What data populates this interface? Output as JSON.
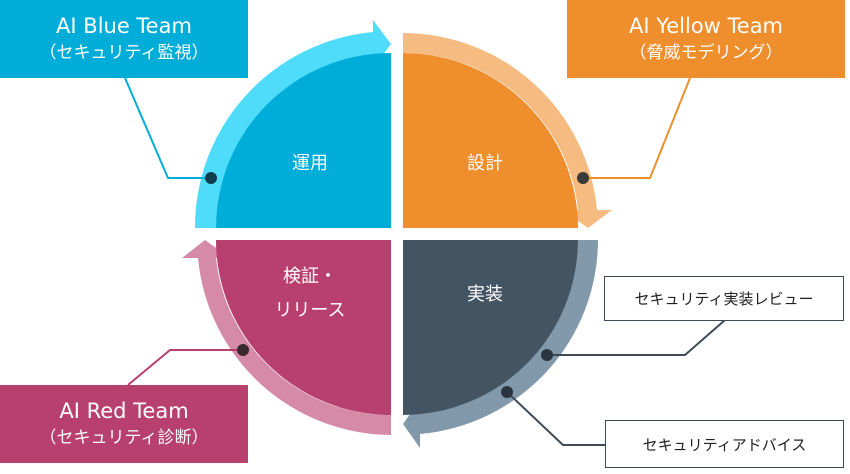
{
  "phases": {
    "operate": "運用",
    "design": "設計",
    "implement": "実装",
    "verify_line1": "検証・",
    "verify_line2": "リリース"
  },
  "teams": {
    "blue": {
      "title": "AI Blue Team",
      "subtitle": "（セキュリティ監視）",
      "color": "#00add8"
    },
    "yellow": {
      "title": "AI Yellow Team",
      "subtitle": "（脅威モデリング）",
      "color": "#ef8e2c"
    },
    "red": {
      "title": "AI Red Team",
      "subtitle": "（セキュリティ診断）",
      "color": "#b8406f"
    }
  },
  "services": {
    "review": "セキュリティ実装レビュー",
    "advice": "セキュリティアドバイス"
  }
}
